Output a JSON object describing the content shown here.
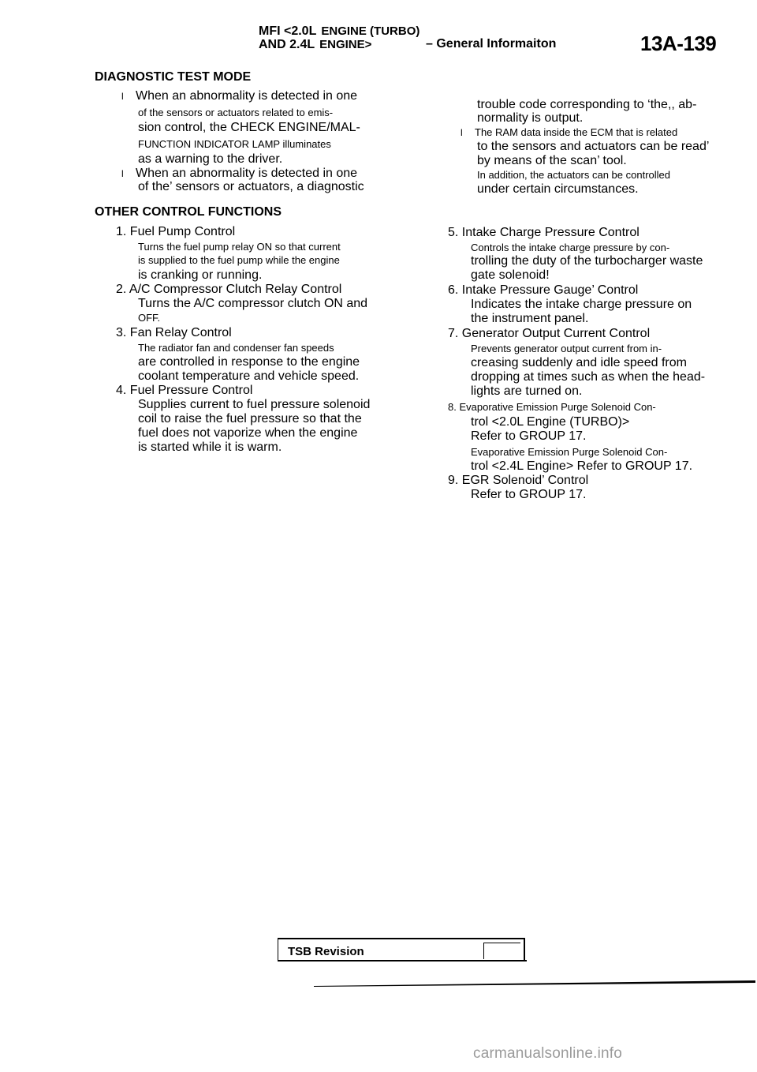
{
  "header": {
    "line1_strong": "MFI <2.0L",
    "line1_rest": "ENGINE (TURBO)",
    "line2_strong": "AND 2.4L",
    "line2_rest": "ENGINE>",
    "section": "– General Informaiton",
    "page_number": "13A-139"
  },
  "left_column": {
    "diagnostic_heading": "DIAGNOSTIC TEST MODE",
    "diag_lines": [
      "When an abnormality is detected in one",
      "of the sensors or actuators related to emis-",
      "sion control, the CHECK ENGINE/MAL-",
      "FUNCTION INDICATOR LAMP illuminates",
      "as a warning to the driver.",
      "When an abnormality is detected in one",
      "of the’ sensors or actuators, a diagnostic"
    ],
    "bullet_symbol": "l",
    "other_heading": "OTHER CONTROL FUNCTIONS",
    "func_lines": [
      "1. Fuel Pump Control",
      "Turns the fuel pump relay ON so that current",
      "is supplied to the fuel pump while the engine",
      "is cranking or running.",
      "2. A/C Compressor Clutch Relay Control",
      "Turns the A/C compressor clutch ON and",
      "OFF.",
      "3. Fan Relay Control",
      "The radiator fan and condenser fan speeds",
      "are controlled in response to the engine",
      "coolant temperature and vehicle speed.",
      "4. Fuel Pressure Control",
      "Supplies current to fuel pressure solenoid",
      "coil to raise the fuel pressure so that the",
      "fuel does not vaporize when the engine",
      "is started while it is warm."
    ]
  },
  "right_column": {
    "lines": [
      "trouble code corresponding to ‘the,, ab-",
      "normality is output.",
      "The RAM data inside the ECM that is related",
      "to the sensors and actuators can be read’",
      "by means of the scan’ tool.",
      "In addition, the actuators can be controlled",
      "under certain circumstances.",
      "5. Intake Charge Pressure Control",
      "Controls the intake charge pressure by con-",
      "trolling the duty of the turbocharger waste",
      "gate solenoid!",
      "6. Intake Pressure Gauge’ Control",
      "Indicates the intake charge pressure on",
      "the instrument panel.",
      "7. Generator Output Current Control",
      "Prevents generator output current from in-",
      "creasing suddenly and idle speed from",
      "dropping at times such as when the head-",
      "lights are turned on.",
      "8. Evaporative Emission Purge Solenoid Con-",
      "trol <2.0L Engine (TURBO)>",
      "Refer to GROUP 17.",
      "Evaporative Emission Purge Solenoid Con-",
      "trol <2.4L Engine> Refer to GROUP 17.",
      "9. EGR Solenoid’ Control",
      "Refer to GROUP 17."
    ],
    "bullet_symbol": "l"
  },
  "footer": {
    "tsb_label": "TSB Revision"
  },
  "watermark": "carmanualsonline.info"
}
